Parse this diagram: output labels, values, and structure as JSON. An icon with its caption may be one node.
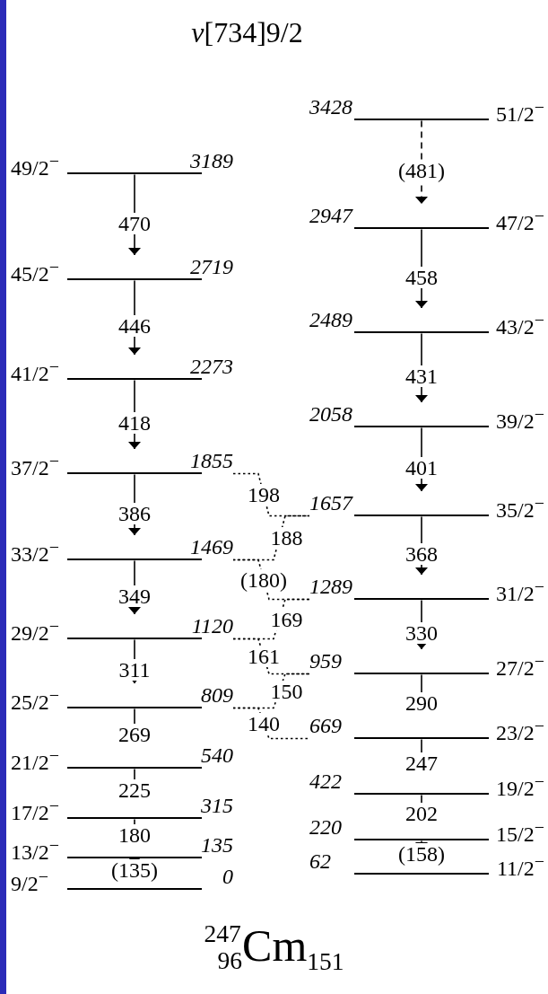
{
  "diagram": {
    "title": "*ν*[734]9/2",
    "caption": "$^{247}$$_{96}$Cm$_{151}$",
    "nodes": [
      {
        "text": [
          "49/2$^{−}$",
          "3189"
        ]
      },
      {
        "text": [
          "45/2$^{−}$",
          "2719"
        ]
      },
      {
        "text": [
          "41/2$^{−}$",
          "2273"
        ]
      },
      {
        "text": [
          "37/2$^{−}$",
          "1855"
        ]
      },
      {
        "text": [
          "33/2$^{−}$",
          "1469"
        ]
      },
      {
        "text": [
          "29/2$^{−}$",
          "1120"
        ]
      },
      {
        "text": [
          "25/2$^{−}$",
          "809"
        ]
      },
      {
        "text": [
          "21/2$^{−}$",
          "540"
        ]
      },
      {
        "text": [
          "17/2$^{−}$",
          "315"
        ]
      },
      {
        "text": [
          "13/2$^{−}$",
          "135"
        ]
      },
      {
        "text": [
          "9/2$^{−}$",
          "0"
        ]
      },
      {
        "text": [
          "3428",
          "51/2$^{−}$"
        ]
      },
      {
        "text": [
          "2947",
          "47/2$^{−}$"
        ]
      },
      {
        "text": [
          "2489",
          "43/2$^{−}$"
        ]
      },
      {
        "text": [
          "2058",
          "39/2$^{−}$"
        ]
      },
      {
        "text": [
          "1657",
          "35/2$^{−}$"
        ]
      },
      {
        "text": [
          "1289",
          "31/2$^{−}$"
        ]
      },
      {
        "text": [
          "959",
          "27/2$^{−}$"
        ]
      },
      {
        "text": [
          "669",
          "23/2$^{−}$"
        ]
      },
      {
        "text": [
          "422",
          "19/2$^{−}$"
        ]
      },
      {
        "text": [
          "220",
          "15/2$^{−}$"
        ]
      },
      {
        "text": [
          "62",
          "11/2$^{−}$"
        ]
      }
    ],
    "edges": [
      {
        "from": 0,
        "to": 1,
        "arrow": "to",
        "label": "470"
      },
      {
        "from": 1,
        "to": 2,
        "arrow": "to",
        "label": "446"
      },
      {
        "from": 2,
        "to": 3,
        "arrow": "to",
        "label": "418"
      },
      {
        "from": 3,
        "to": 4,
        "arrow": "to",
        "label": "386"
      },
      {
        "from": 4,
        "to": 5,
        "arrow": "to",
        "label": "349"
      },
      {
        "from": 5,
        "to": 6,
        "arrow": "to",
        "label": "311"
      },
      {
        "from": 6,
        "to": 7,
        "arrow": "to",
        "label": "269"
      },
      {
        "from": 7,
        "to": 8,
        "arrow": "to",
        "label": "225"
      },
      {
        "from": 8,
        "to": 9,
        "arrow": "to",
        "label": "180"
      },
      {
        "from": 9,
        "to": 10,
        "arrow": "to",
        "label": "(135)"
      },
      {
        "from": 11,
        "to": 12,
        "arrow": "to",
        "label": "(481)",
        "style": "dashed"
      },
      {
        "from": 12,
        "to": 13,
        "arrow": "to",
        "label": "458"
      },
      {
        "from": 13,
        "to": 14,
        "arrow": "to",
        "label": "431"
      },
      {
        "from": 14,
        "to": 15,
        "arrow": "to",
        "label": "401"
      },
      {
        "from": 15,
        "to": 16,
        "arrow": "to",
        "label": "368"
      },
      {
        "from": 16,
        "to": 17,
        "arrow": "to",
        "label": "330"
      },
      {
        "from": 17,
        "to": 18,
        "arrow": "to",
        "label": "290"
      },
      {
        "from": 18,
        "to": 19,
        "arrow": "to",
        "label": "247"
      },
      {
        "from": 19,
        "to": 20,
        "arrow": "to",
        "label": "202"
      },
      {
        "from": 20,
        "to": 21,
        "arrow": "to",
        "label": "(158)"
      },
      {
        "from": 3,
        "to": 15,
        "arrow": "none",
        "label": "198",
        "style": "dashed"
      },
      {
        "from": 15,
        "to": 4,
        "arrow": "none",
        "label": "188",
        "style": "dashed"
      },
      {
        "from": 4,
        "to": 16,
        "arrow": "none",
        "label": "(180)",
        "style": "dashed"
      },
      {
        "from": 16,
        "to": 5,
        "arrow": "none",
        "label": "169",
        "style": "dashed"
      },
      {
        "from": 5,
        "to": 17,
        "arrow": "none",
        "label": "161",
        "style": "dashed"
      },
      {
        "from": 17,
        "to": 6,
        "arrow": "none",
        "label": "150",
        "style": "dashed"
      },
      {
        "from": 6,
        "to": 18,
        "arrow": "none",
        "label": "140",
        "style": "dashed"
      }
    ]
  }
}
